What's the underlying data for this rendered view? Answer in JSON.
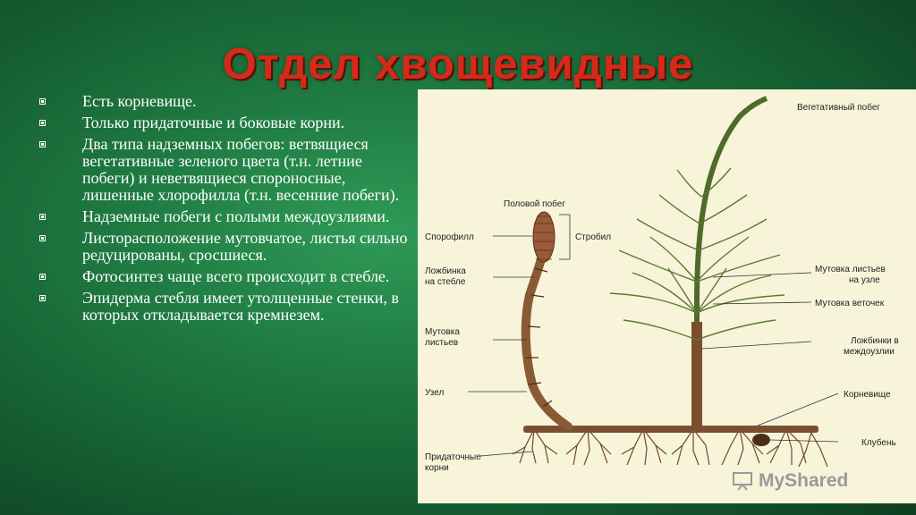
{
  "title": "Отдел хвощевидные",
  "bullets": [
    "Есть корневище.",
    "Только придаточные и боковые корни.",
    "Два типа надземных побегов: ветвящиеся вегетативные зеленого цвета (т.н. летние побеги) и неветвящиеся спороносные, лишенные хлорофилла (т.н. весенние побеги).",
    "Надземные побеги с полыми междоузлиями.",
    "Листорасположение мутовчатое, листья сильно редуцированы, сросшиеся.",
    "Фотосинтез чаще всего происходит в стебле.",
    "Эпидерма стебля имеет утолщенные стенки, в которых откладывается кремнезем."
  ],
  "diagram": {
    "vegetative_shoot": "Вегетативный побег",
    "sexual_shoot": "Половой побег",
    "sporophyll": "Спорофилл",
    "strobilus": "Стробил",
    "groove_stem_l1": "Ложбинка",
    "groove_stem_l2": "на стебле",
    "whorl_leaves_l1": "Мутовка",
    "whorl_leaves_l2": "листьев",
    "node": "Узел",
    "adventitious_roots_l1": "Придаточные",
    "adventitious_roots_l2": "корни",
    "whorl_leaves_node_l1": "Мутовка листьев",
    "whorl_leaves_node_l2": "на узле",
    "whorl_branches": "Мутовка веточек",
    "grooves_internode_l1": "Ложбинки в",
    "grooves_internode_l2": "междоузлии",
    "rhizome": "Корневище",
    "tuber": "Клубень"
  },
  "watermark": "MyShared",
  "colors": {
    "title": "#d42a1a",
    "stem_green": "#4f6b2a",
    "stem_brown": "#8a5a35",
    "panel_bg": "#f7f4da"
  }
}
